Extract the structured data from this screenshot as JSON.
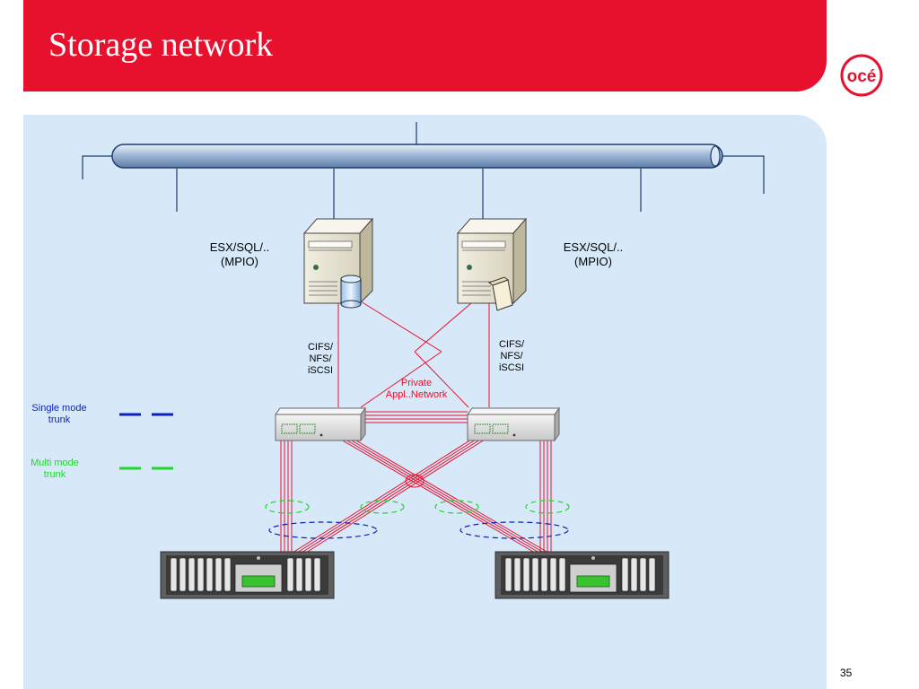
{
  "title": "Storage network",
  "logo_text": "océ",
  "colors": {
    "brand_red": "#e8112d",
    "panel_bg": "#d7e9f9",
    "link_red": "#e8112d",
    "single_mode": "#0b1fbf",
    "multi_mode": "#1ed82a"
  },
  "servers": [
    {
      "label_line1": "ESX/SQL/..",
      "label_line2": "(MPIO)",
      "icon": "database-server-icon",
      "protocol": [
        "CIFS/",
        "NFS/",
        "iSCSI"
      ]
    },
    {
      "label_line1": "ESX/SQL/..",
      "label_line2": "(MPIO)",
      "icon": "file-server-icon",
      "protocol": [
        "CIFS/",
        "NFS/",
        "iSCSI"
      ]
    }
  ],
  "private_network": {
    "line1": "Private",
    "line2": "Appl..Network"
  },
  "legend": [
    {
      "line1": "Single mode",
      "line2": "trunk",
      "color": "#0b1fbf"
    },
    {
      "line1": "Multi mode",
      "line2": "trunk",
      "color": "#1ed82a"
    }
  ],
  "page_number": "35"
}
